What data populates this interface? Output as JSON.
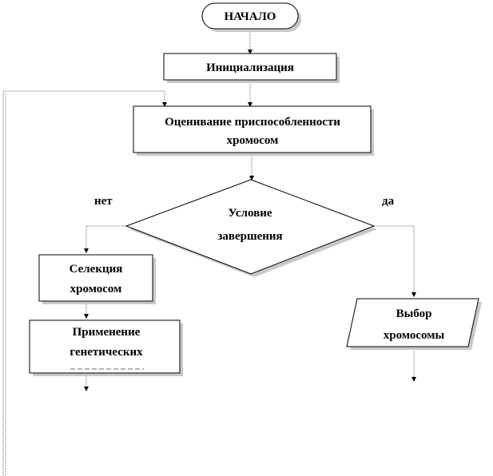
{
  "nodes": {
    "start": {
      "label": "НАЧАЛО"
    },
    "init": {
      "label": "Инициализация"
    },
    "evaluate": {
      "line1": "Оценивание приспособленности",
      "line2": "хромосом"
    },
    "condition": {
      "line1": "Условие",
      "line2": "завершения"
    },
    "selection": {
      "line1": "Селекция",
      "line2": "хромосом"
    },
    "genetic_ops": {
      "line1": "Применение",
      "line2": "генетических"
    },
    "choose": {
      "line1": "Выбор",
      "line2": "хромосомы"
    }
  },
  "edge_labels": {
    "no": "нет",
    "yes": "да"
  }
}
